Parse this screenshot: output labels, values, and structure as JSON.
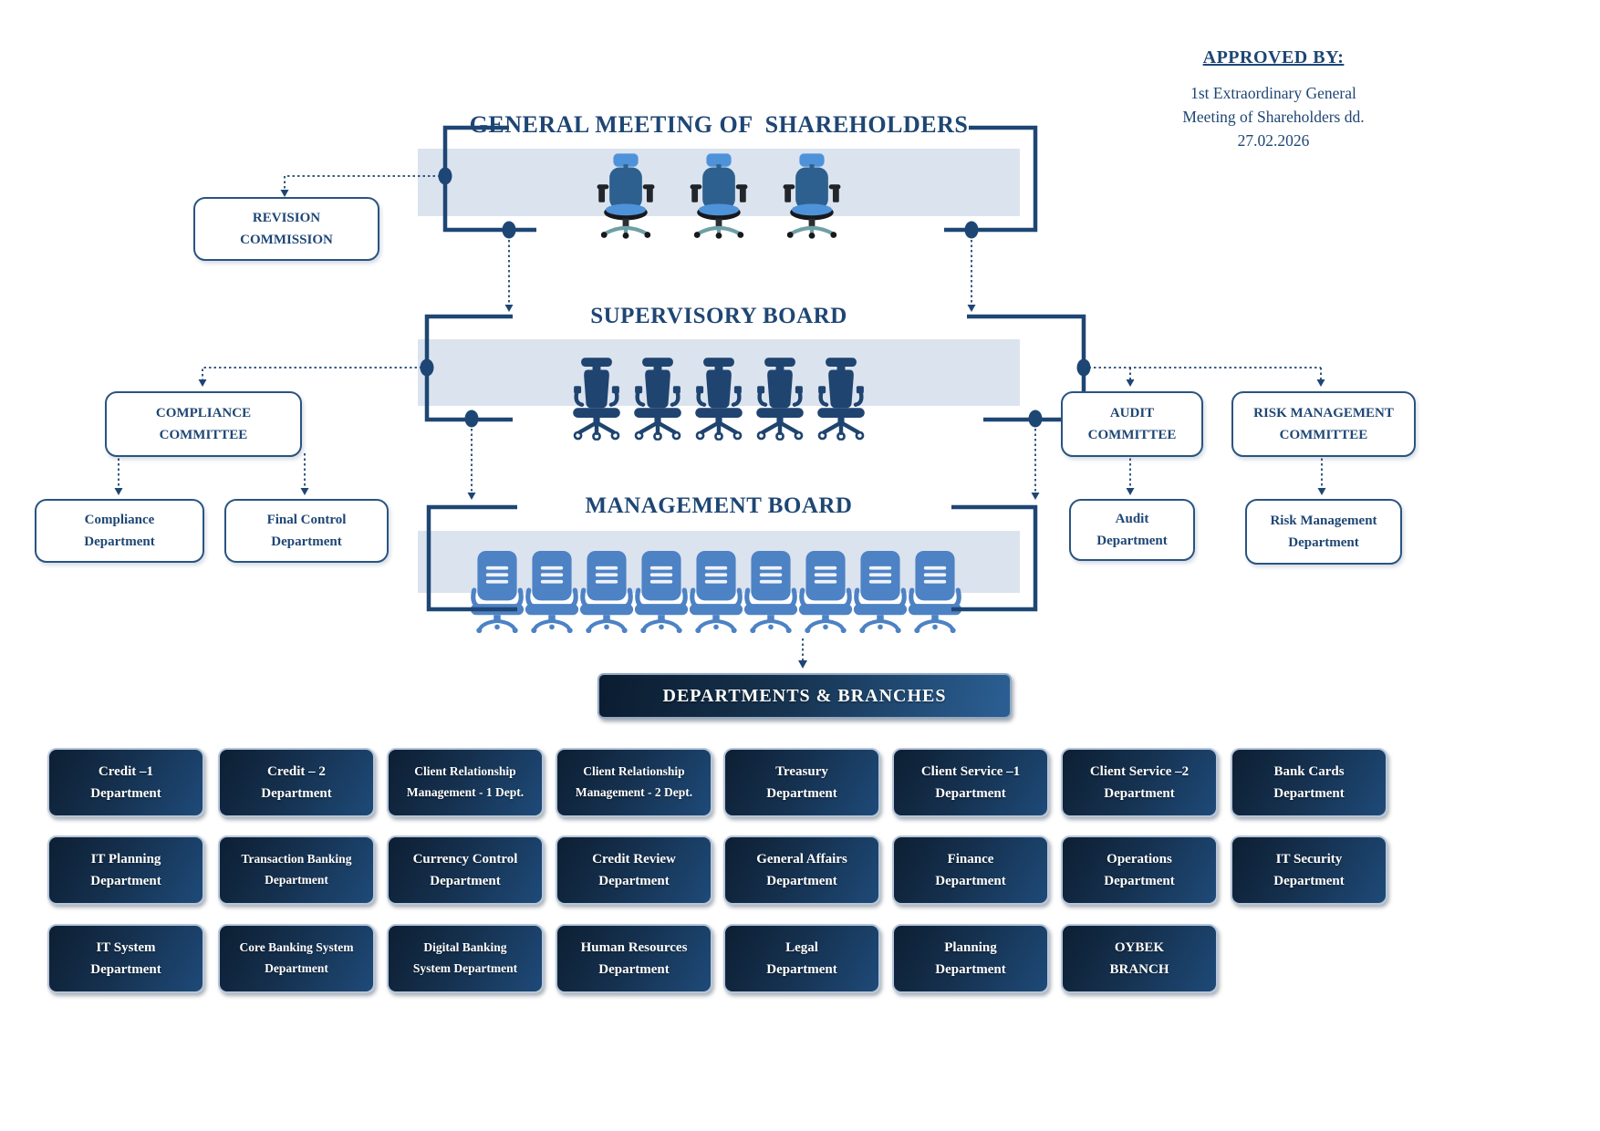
{
  "approved_by": {
    "title": "APPROVED BY:",
    "lines": [
      "1st Extraordinary General",
      "Meeting of Shareholders dd.",
      "27.02.2026"
    ]
  },
  "boards": {
    "general_meeting": {
      "title": "GENERAL MEETING OF  SHAREHOLDERS",
      "seats": 3
    },
    "supervisory_board": {
      "title": "SUPERVISORY BOARD",
      "seats": 5
    },
    "management_board": {
      "title": "MANAGEMENT BOARD",
      "seats": 9
    }
  },
  "units": {
    "revision_commission": "REVISION\nCOMMISSION",
    "compliance_committee": "COMPLIANCE\nCOMMITTEE",
    "compliance_department": "Compliance\nDepartment",
    "final_control_department": "Final Control\nDepartment",
    "audit_committee": "AUDIT\nCOMMITTEE",
    "audit_department": "Audit\nDepartment",
    "risk_committee": "RISK MANAGEMENT\nCOMMITTEE",
    "risk_department": "Risk Management\nDepartment"
  },
  "banner": "DEPARTMENTS & BRANCHES",
  "departments": {
    "rows": [
      [
        "Credit –1\nDepartment",
        "Credit – 2\nDepartment",
        "Client Relationship\nManagement - 1 Dept.",
        "Client Relationship\nManagement - 2 Dept.",
        "Treasury\nDepartment",
        "Client Service –1\nDepartment",
        "Client Service –2\nDepartment",
        "Bank Cards\nDepartment"
      ],
      [
        "IT Planning\nDepartment",
        "Transaction Banking\nDepartment",
        "Currency Control\nDepartment",
        "Credit Review\nDepartment",
        "General Affairs\nDepartment",
        "Finance\nDepartment",
        "Operations\nDepartment",
        "IT Security\nDepartment"
      ],
      [
        "IT System\nDepartment",
        "Core Banking System\nDepartment",
        "Digital Banking\nSystem Department",
        "Human Resources\nDepartment",
        "Legal\nDepartment",
        "Planning\nDepartment",
        "OYBEK\nBRANCH"
      ]
    ]
  },
  "colors": {
    "accent_dark_blue": "#1e4674",
    "band_light_blue": "#dbe3ef",
    "navy_box_dark": "#0d1f33",
    "navy_box_light": "#1e4a78",
    "chair_blue_light": "#4e93d9",
    "chair_blue_medium": "#4d82c4",
    "chair_blue_dark": "#1f4470",
    "box_border_silver": "#b6c6da"
  }
}
